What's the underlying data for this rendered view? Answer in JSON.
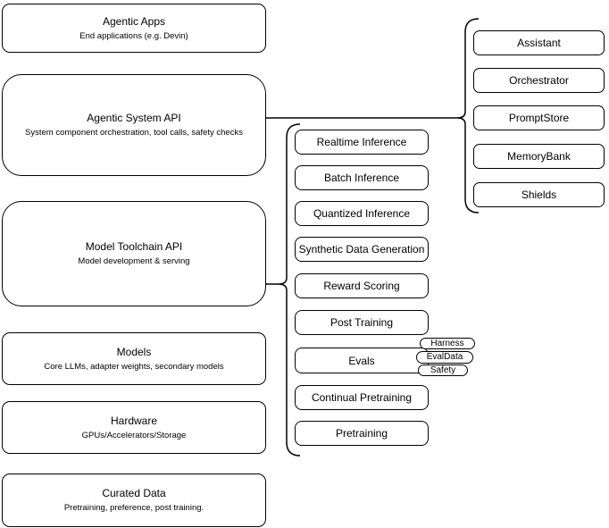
{
  "diagram": {
    "title": "Agentic stack layer diagram",
    "colors": {
      "stroke": "#000000",
      "fill": "#ffffff",
      "background": "#ffffff",
      "text": "#000000"
    },
    "left_stack": [
      {
        "title": "Agentic Apps",
        "subtitle": "End applications (e.g. Devin)"
      },
      {
        "title": "Agentic System API",
        "subtitle": "System component orchestration, tool calls, safety checks"
      },
      {
        "title": "Model Toolchain API",
        "subtitle": "Model development & serving"
      },
      {
        "title": "Models",
        "subtitle": "Core LLMs, adapter weights, secondary models"
      },
      {
        "title": "Hardware",
        "subtitle": "GPUs/Accelerators/Storage"
      },
      {
        "title": "Curated Data",
        "subtitle": "Pretraining, preference, post training."
      }
    ],
    "toolchain_group": {
      "items": [
        {
          "label": "Realtime Inference"
        },
        {
          "label": "Batch Inference"
        },
        {
          "label": "Quantized Inference"
        },
        {
          "label": "Synthetic Data Generation"
        },
        {
          "label": "Reward Scoring"
        },
        {
          "label": "Post Training"
        },
        {
          "label": "Evals"
        },
        {
          "label": "Continual Pretraining"
        },
        {
          "label": "Pretraining"
        }
      ],
      "evals_tags": [
        {
          "label": "Harness"
        },
        {
          "label": "EvalData"
        },
        {
          "label": "Safety"
        }
      ]
    },
    "system_group": {
      "items": [
        {
          "label": "Assistant"
        },
        {
          "label": "Orchestrator"
        },
        {
          "label": "PromptStore"
        },
        {
          "label": "MemoryBank"
        },
        {
          "label": "Shields"
        }
      ]
    }
  }
}
